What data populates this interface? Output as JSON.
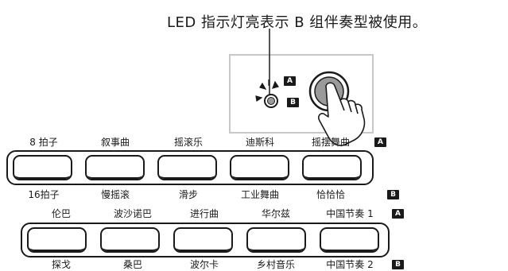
{
  "caption": "LED 指示灯亮表示 B 组伴奏型被使用。",
  "badges": {
    "a": "A",
    "b": "B"
  },
  "row1": {
    "top_labels": [
      "8 拍子",
      "叙事曲",
      "摇滚乐",
      "迪斯科",
      "摇摆舞曲"
    ],
    "bottom_labels": [
      "16拍子",
      "慢摇滚",
      "滑步",
      "工业舞曲",
      "恰恰恰"
    ]
  },
  "row2": {
    "top_labels": [
      "伦巴",
      "波沙诺巴",
      "进行曲",
      "华尔兹",
      "中国节奏 1"
    ],
    "bottom_labels": [
      "探戈",
      "桑巴",
      "波尔卡",
      "乡村音乐",
      "中国节奏 2"
    ]
  },
  "colors": {
    "ink": "#1a1a1a",
    "panel_border": "#c8c8c8",
    "button_fill": "#9a9a9a"
  },
  "icons": {
    "pointer": "hand-pointer-icon",
    "led": "led-indicator-icon"
  }
}
